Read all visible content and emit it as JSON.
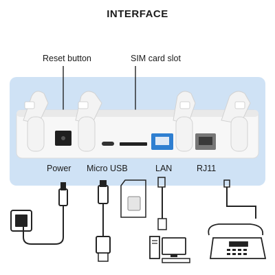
{
  "title": "INTERFACE",
  "callouts": {
    "reset": "Reset button",
    "sim": "SIM card slot"
  },
  "ports": {
    "power": "Power",
    "micro_usb": "Micro USB",
    "lan": "LAN",
    "rj11": "RJ11"
  },
  "colors": {
    "panel": "#cfe2f5",
    "router": "#f7f7f7",
    "lan_port": "#2f7fd1",
    "cable": "#222222"
  }
}
